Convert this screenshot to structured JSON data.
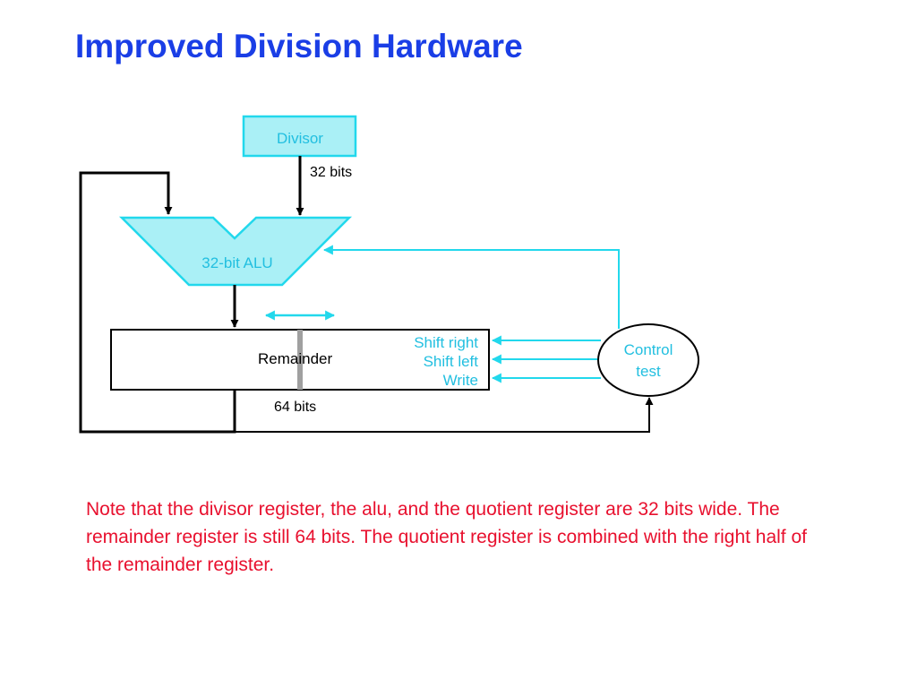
{
  "slide": {
    "title": "Improved Division Hardware",
    "note": "Note that the divisor register, the alu, and the quotient register are 32 bits wide. The remainder register is still 64 bits. The quotient register is combined with the right half of the remainder register."
  },
  "diagram": {
    "divisor_label": "Divisor",
    "divisor_width_label": "32 bits",
    "alu_label": "32-bit ALU",
    "remainder_label": "Remainder",
    "remainder_width_label": "64 bits",
    "control_label_line1": "Control",
    "control_label_line2": "test",
    "signals": {
      "shift_right": "Shift right",
      "shift_left": "Shift left",
      "write": "Write"
    }
  },
  "colors": {
    "title": "#1a3ee6",
    "note": "#e8102e",
    "block_fill": "#aaf0f6",
    "block_stroke": "#22d8ec",
    "control_wire": "#22d8ec",
    "datapath_wire": "#000000"
  }
}
